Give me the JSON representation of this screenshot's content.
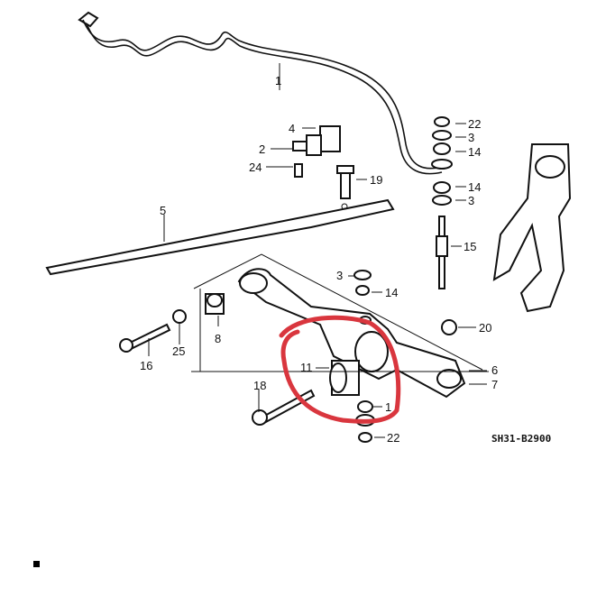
{
  "diagram": {
    "part_labels": [
      "1",
      "4",
      "2",
      "24",
      "19",
      "5",
      "22",
      "3",
      "14",
      "14",
      "3",
      "15",
      "3",
      "14",
      "20",
      "8",
      "25",
      "16",
      "11",
      "18",
      "1",
      "22",
      "6",
      "7"
    ],
    "diagram_code": "SH31-B2900",
    "highlight_color": "#d9363e",
    "highlighted_part": "11"
  }
}
